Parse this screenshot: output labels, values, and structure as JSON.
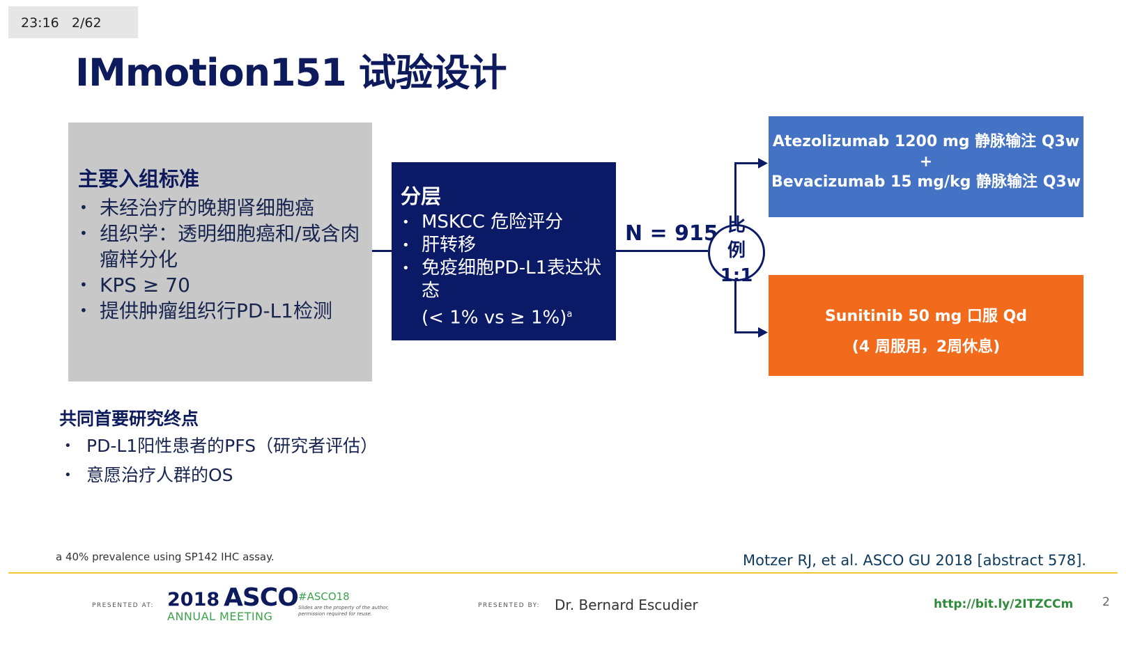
{
  "status_bar": {
    "time": "23:16",
    "page_counter": "2/62"
  },
  "slide": {
    "title": "IMmotion151 试验设计",
    "criteria": {
      "heading": "主要入组标准",
      "items": [
        "未经治疗的晚期肾细胞癌",
        "组织学：透明细胞癌和/或含肉瘤样分化",
        "KPS ≥ 70",
        "提供肿瘤组织行PD-L1检测"
      ]
    },
    "stratification": {
      "heading": "分层",
      "items": [
        "MSKCC 危险评分",
        "肝转移",
        "免疫细胞PD-L1表达状态"
      ],
      "last_item_detail": "(< 1% vs ≥ 1%)",
      "last_item_sup": "a"
    },
    "n_label": "N = 915",
    "randomization": {
      "line1": "比",
      "line2": "例",
      "line3": "1:1"
    },
    "arm_a": {
      "line1": "Atezolizumab 1200 mg 静脉输注 Q3w",
      "line2": "+",
      "line3": "Bevacizumab 15 mg/kg 静脉输注 Q3w"
    },
    "arm_b": {
      "line1": "Sunitinib 50 mg 口服 Qd",
      "line2": "(4 周服用，2周休息)"
    },
    "endpoints": {
      "heading": "共同首要研究终点",
      "items": [
        "PD-L1阳性患者的PFS（研究者评估）",
        "意愿治疗人群的OS"
      ]
    },
    "footnote": "a 40% prevalence using SP142 IHC assay.",
    "citation": "Motzer RJ, et al. ASCO GU 2018 [abstract 578]."
  },
  "footer": {
    "presented_at_label": "PRESENTED AT:",
    "asco_year": "2018",
    "asco_name": "ASCO",
    "asco_sub": "ANNUAL MEETING",
    "hashtag": "#ASCO18",
    "hashtag_note": "Slides are the property of the author, permission required for reuse.",
    "presented_by_label": "PRESENTED BY:",
    "presenter": "Dr. Bernard Escudier",
    "link": "http://bit.ly/2ITZCCm",
    "page_number": "2"
  },
  "colors": {
    "navy": "#0b1a67",
    "criteria_gray": "#c8c8c8",
    "arm_a_blue": "#4472c4",
    "arm_b_orange": "#f26a1b",
    "divider_gold": "#f2c430"
  }
}
